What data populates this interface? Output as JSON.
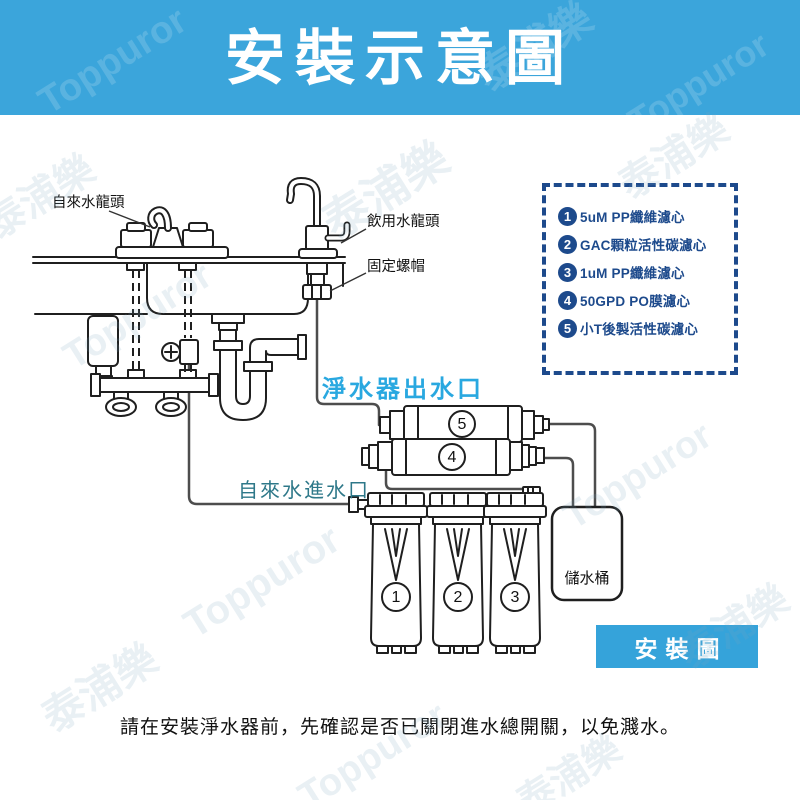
{
  "header": {
    "title": "安裝示意圖",
    "bg_color": "#3BA5DB"
  },
  "watermarks": {
    "latin": "Toppuror",
    "cjk": "泰浦樂"
  },
  "legend": {
    "border_color": "#1D4A8C",
    "items": [
      {
        "num": "1",
        "label": "5uM PP纖維濾心"
      },
      {
        "num": "2",
        "label": "GAC顆粒活性碳濾心"
      },
      {
        "num": "3",
        "label": "1uM PP纖維濾心"
      },
      {
        "num": "4",
        "label": "50GPD PO膜濾心"
      },
      {
        "num": "5",
        "label": "小T後製活性碳濾心"
      }
    ]
  },
  "diagram": {
    "labels": {
      "tap_faucet": "自來水龍頭",
      "drinking_faucet": "飲用水龍頭",
      "fixing_nut": "固定螺帽",
      "purifier_outlet": "淨水器出水口",
      "tap_inlet": "自來水進水口",
      "storage_tank": "儲水桶"
    },
    "unit_numbers": [
      "1",
      "2",
      "3",
      "4",
      "5"
    ],
    "outlet_label_color": "#29A8E0",
    "inlet_label_color": "#2E7889"
  },
  "badge": {
    "label": "安裝圖"
  },
  "footer": {
    "note": "請在安裝淨水器前，先確認是否已關閉進水總開關，以免濺水。"
  }
}
